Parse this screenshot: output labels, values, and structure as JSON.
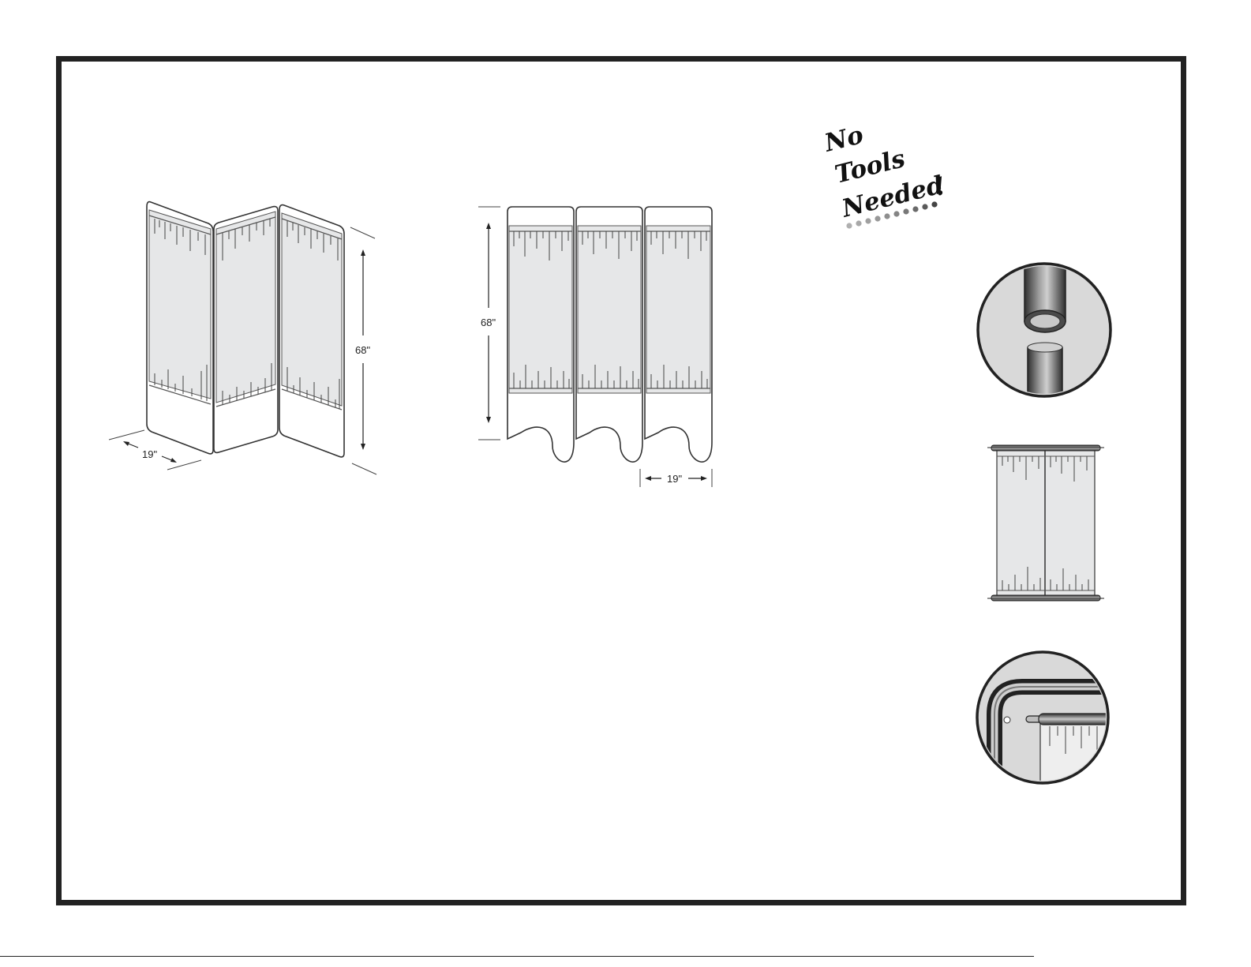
{
  "title": {
    "line1": "No",
    "line2": "Tools",
    "line3": "Needed",
    "bang": "!"
  },
  "folding_screen": {
    "height_label": "68\"",
    "width_label": "19\""
  },
  "flat_screen": {
    "height_label": "68\"",
    "width_label": "19\""
  },
  "colors": {
    "frame": "#222222",
    "panel_fill": "#e6e7e8",
    "panel_stroke": "#333333",
    "tube_dark": "#3a3a3a",
    "tube_light": "#a8a8a8",
    "dots": "#9a9a9a",
    "circle_fill": "#d9d9d9"
  }
}
